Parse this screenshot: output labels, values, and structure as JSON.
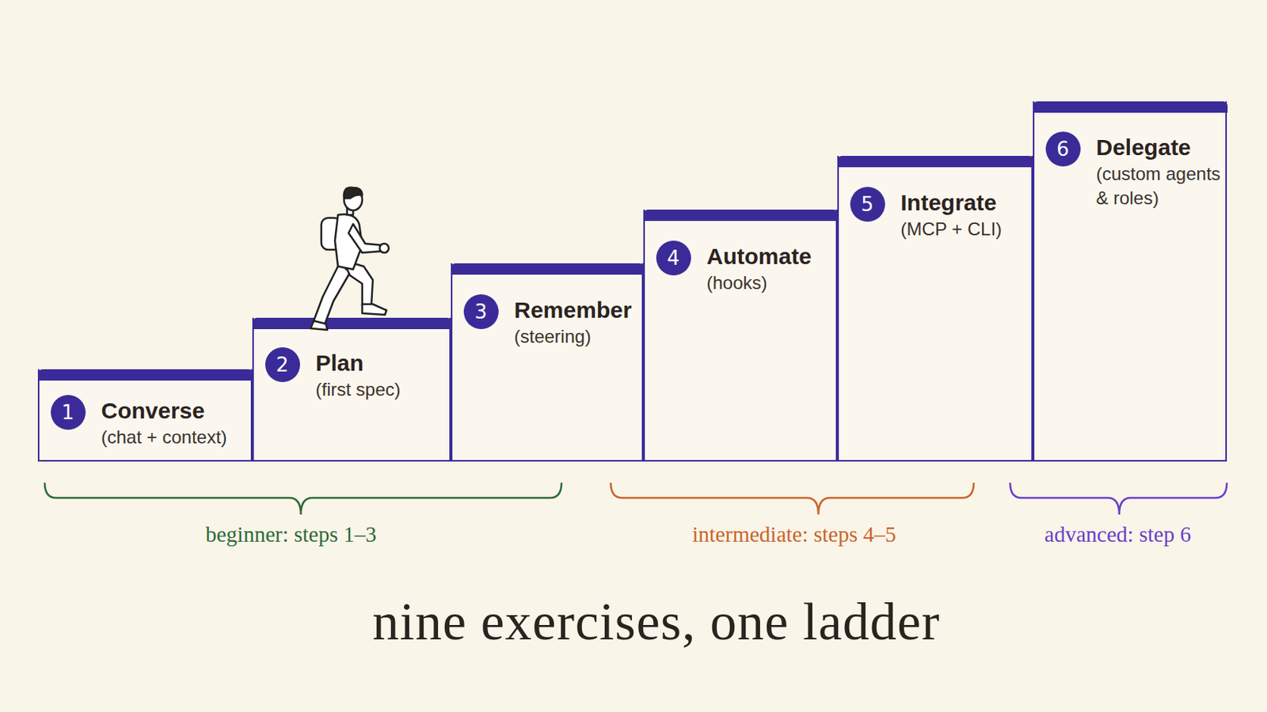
{
  "diagram": {
    "caption": "nine exercises, one ladder",
    "nodes": [
      {
        "text": [
          "1",
          "Converse",
          "(chat + context)"
        ]
      },
      {
        "text": [
          "2",
          "Plan",
          "(first spec)"
        ]
      },
      {
        "text": [
          "3",
          "Remember",
          "(steering)"
        ]
      },
      {
        "text": [
          "4",
          "Automate",
          "(hooks)"
        ]
      },
      {
        "text": [
          "5",
          "Integrate",
          "(MCP + CLI)"
        ]
      },
      {
        "text": [
          "6",
          "Delegate",
          "(custom agents & roles)"
        ]
      }
    ],
    "labels": [
      "beginner: steps 1–3",
      "intermediate: steps 4–5",
      "advanced: step 6"
    ]
  }
}
